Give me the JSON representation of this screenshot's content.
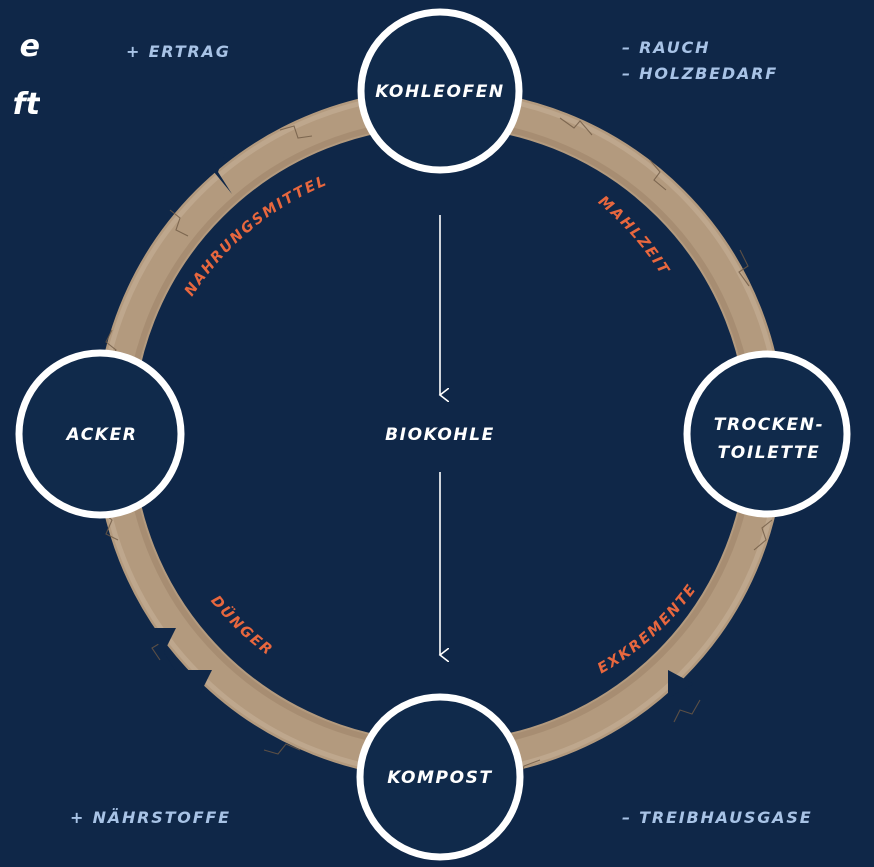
{
  "title_fragments": [
    "e",
    "ft"
  ],
  "center_label": "BIOKOHLE",
  "nodes": {
    "kohleofen": "KOHLEOFEN",
    "trockentoilette_line1": "TROCKEN-",
    "trockentoilette_line2": "TOILETTE",
    "kompost": "KOMPOST",
    "acker": "ACKER"
  },
  "edges": {
    "mahlzeit": "MAHLZEIT",
    "exkremente": "EXKREMENTE",
    "duenger": "DÜNGER",
    "nahrungsmittel": "NAHRUNGSMITTEL"
  },
  "notes": {
    "ertrag": "+ ERTRAG",
    "rauch": "– RAUCH",
    "holzbedarf": "– HOLZBEDARF",
    "naehrstoffe": "+ NÄHRSTOFFE",
    "treibhausgase": "– TREIBHAUSGASE"
  },
  "colors": {
    "background": "#0f2748",
    "node_fill": "#102a4b",
    "node_stroke": "#ffffff",
    "ring": "#b39a7e",
    "edge_label": "#e8673e",
    "note": "#a8c3e6"
  }
}
